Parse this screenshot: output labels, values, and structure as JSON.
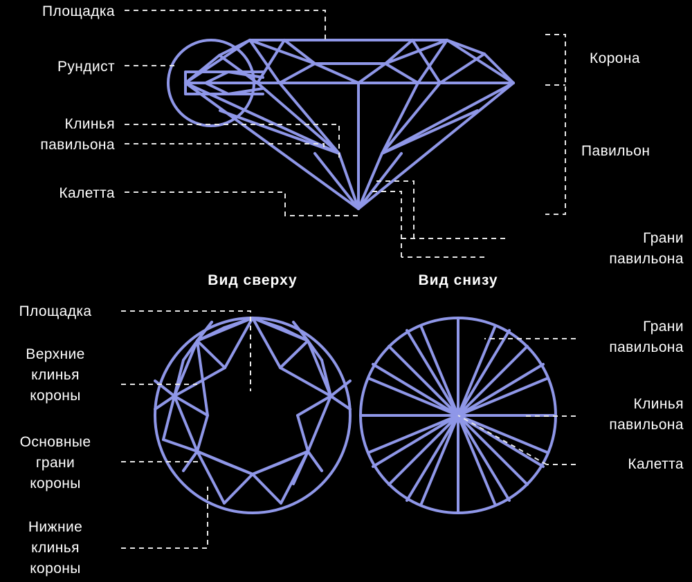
{
  "meta": {
    "background_color": "#000000",
    "line_color": "#8f97e8",
    "text_color": "#ffffff",
    "leader_color": "#e8e8e8"
  },
  "top_section": {
    "left_labels": [
      {
        "id": "ploshchadka",
        "text": "Площадка"
      },
      {
        "id": "rundist",
        "text": "Рундист"
      },
      {
        "id": "klinya-pavilona",
        "text": "Клинья\nпавильона"
      },
      {
        "id": "kaletta",
        "text": "Калетта"
      }
    ],
    "right_labels": [
      {
        "id": "korona",
        "text": "Корона"
      },
      {
        "id": "pavilon",
        "text": "Павильон"
      },
      {
        "id": "grani-pavilona",
        "text": "Грани\nпавильона"
      }
    ]
  },
  "view_headings": [
    {
      "id": "vid-sverhu",
      "text": "Вид сверху"
    },
    {
      "id": "vid-snizu",
      "text": "Вид снизу"
    }
  ],
  "bottom_section": {
    "left_labels": [
      {
        "id": "ploshchadka-2",
        "text": "Площадка"
      },
      {
        "id": "verhnie-klinya-korony",
        "text": "Верхние\nклинья\nкороны"
      },
      {
        "id": "osnovnye-grani-korony",
        "text": "Основные\nграни\nкороны"
      },
      {
        "id": "nizhnie-klinya-korony",
        "text": "Нижние\nклинья\nкороны"
      }
    ],
    "right_labels": [
      {
        "id": "grani-pavilona-2",
        "text": "Грани\nпавильона"
      },
      {
        "id": "klinya-pavilona-2",
        "text": "Клинья\nпавильона"
      },
      {
        "id": "kaletta-2",
        "text": "Калетта"
      }
    ]
  }
}
